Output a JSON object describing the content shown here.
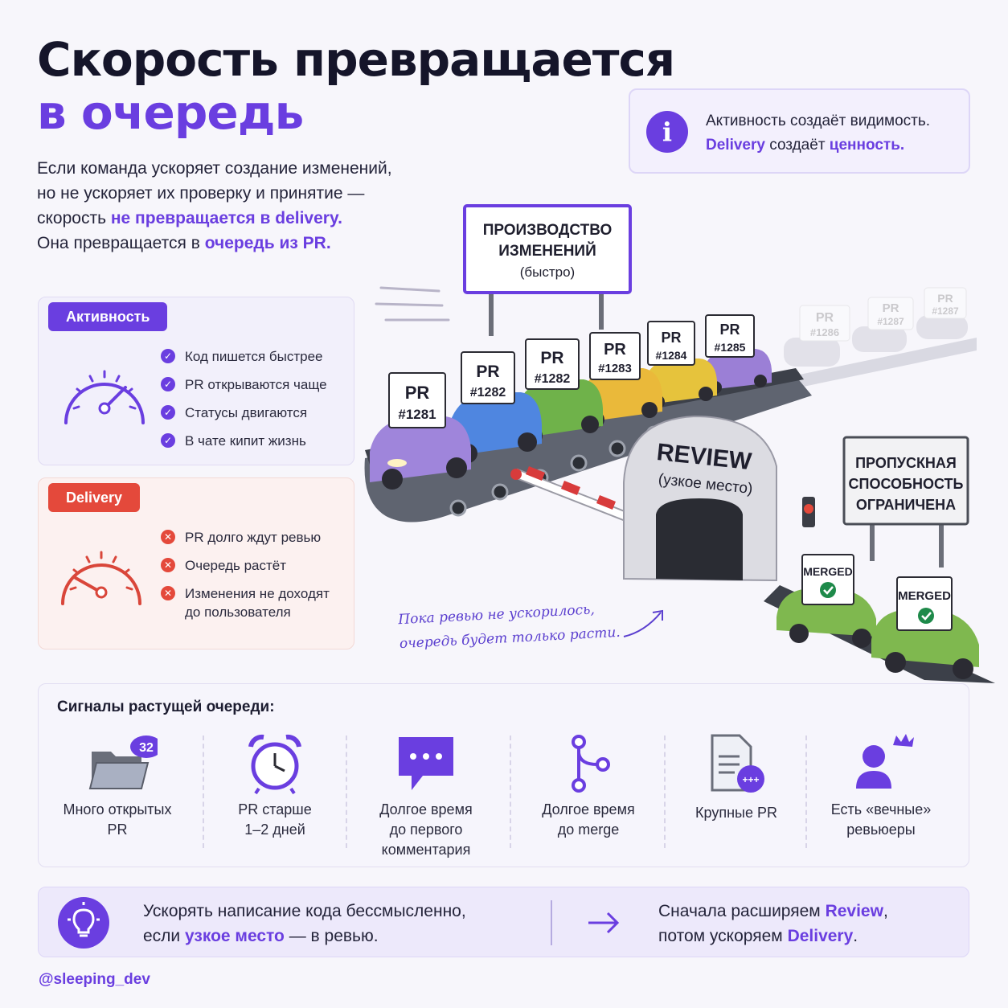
{
  "title": {
    "line1": "Скорость превращается",
    "line2": "в очередь"
  },
  "intro": {
    "l1": "Если команда ускоряет создание изменений,",
    "l2": "но не ускоряет их проверку и принятие —",
    "l3a": "скорость ",
    "l3b": "не превращается в delivery.",
    "l4a": "Она превращается в ",
    "l4b": "очередь из PR."
  },
  "info": {
    "icon": "i",
    "line1": "Активность создаёт видимость.",
    "line2a": "Delivery",
    "line2b": " создаёт ",
    "line2c": "ценность."
  },
  "activity": {
    "label": "Активность",
    "items": [
      "Код пишется быстрее",
      "PR открываются чаще",
      "Статусы двигаются",
      "В чате кипит жизнь"
    ]
  },
  "delivery": {
    "label": "Delivery",
    "items": [
      "PR долго ждут ревью",
      "Очередь растёт",
      "Изменения не доходят до пользователя"
    ]
  },
  "illustration": {
    "sign_prod_l1": "ПРОИЗВОДСТВО",
    "sign_prod_l2": "ИЗМЕНЕНИЙ",
    "sign_prod_l3": "(быстро)",
    "review_title": "REVIEW",
    "review_sub": "(узкое место)",
    "sign_cap_l1": "ПРОПУСКНАЯ",
    "sign_cap_l2": "СПОСОБНОСТЬ",
    "sign_cap_l3": "ОГРАНИЧЕНА",
    "pr_word": "PR",
    "prs": [
      "#1281",
      "#1282",
      "#1282",
      "#1283",
      "#1284",
      "#1285",
      "#1286",
      "#1287",
      "#1287"
    ],
    "merged": "MERGED"
  },
  "note": {
    "l1": "Пока ревью не ускорилось,",
    "l2": "очередь будет только расти."
  },
  "signals": {
    "title": "Сигналы растущей очереди:",
    "folder_badge": "32",
    "items": [
      {
        "l1": "Много открытых",
        "l2": "PR",
        "l3": ""
      },
      {
        "l1": "PR старше",
        "l2": "1–2 дней",
        "l3": ""
      },
      {
        "l1": "Долгое время",
        "l2": "до первого",
        "l3": "комментария"
      },
      {
        "l1": "Долгое время",
        "l2": "до merge",
        "l3": ""
      },
      {
        "l1": "Крупные PR",
        "l2": "",
        "l3": ""
      },
      {
        "l1": "Есть «вечные»",
        "l2": "ревьюеры",
        "l3": ""
      }
    ]
  },
  "bottom": {
    "left_l1": "Ускорять написание кода бессмысленно,",
    "left_l2a": "если ",
    "left_l2b": "узкое место",
    "left_l2c": " — в ревью.",
    "right_l1a": "Сначала расширяем ",
    "right_l1b": "Review",
    "right_l1c": ",",
    "right_l2a": "потом ускоряем ",
    "right_l2b": "Delivery",
    "right_l2c": "."
  },
  "handle": "@sleeping_dev",
  "colors": {
    "accent": "#6a3ee0",
    "danger": "#e4493b",
    "ok": "#1e8a4a"
  }
}
